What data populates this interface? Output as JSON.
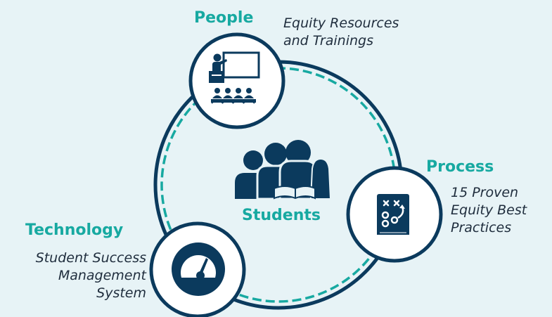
{
  "center": {
    "label": "Students",
    "icon": "students-reading-icon"
  },
  "nodes": [
    {
      "key": "people",
      "title": "People",
      "description": [
        "Equity Resources",
        "and Trainings"
      ],
      "icon": "presenter-classroom-icon"
    },
    {
      "key": "process",
      "title": "Process",
      "description": [
        "15 Proven",
        "Equity Best",
        "Practices"
      ],
      "icon": "playbook-strategy-icon"
    },
    {
      "key": "technology",
      "title": "Technology",
      "description": [
        "Student Success",
        "Management",
        "System"
      ],
      "icon": "speedometer-gauge-icon"
    }
  ],
  "colors": {
    "background": "#e7f3f6",
    "navy": "#0b3a5d",
    "teal": "#17a9a1",
    "text": "#1f2d3d",
    "circle_fill": "#ffffff"
  }
}
